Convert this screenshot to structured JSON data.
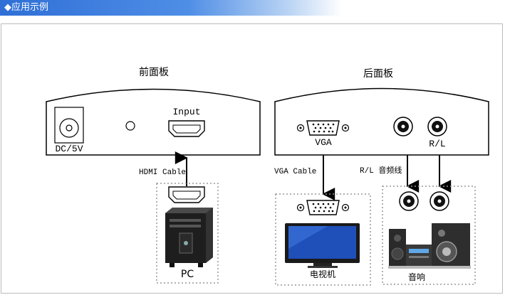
{
  "header": {
    "title": "◆应用示例"
  },
  "front_panel": {
    "title": "前面板",
    "power_label": "DC/5V",
    "input_label": "Input"
  },
  "rear_panel": {
    "title": "后面板",
    "vga_label": "VGA",
    "audio_label": "R/L"
  },
  "cables": {
    "hdmi": "HDMI Cable",
    "vga": "VGA Cable",
    "audio": "R/L 音频线"
  },
  "devices": {
    "pc": "PC",
    "tv": "电视机",
    "speakers": "音响"
  },
  "colors": {
    "header": "#3a7bdc",
    "frame": "#bbbbbb",
    "dots": "#999999"
  }
}
